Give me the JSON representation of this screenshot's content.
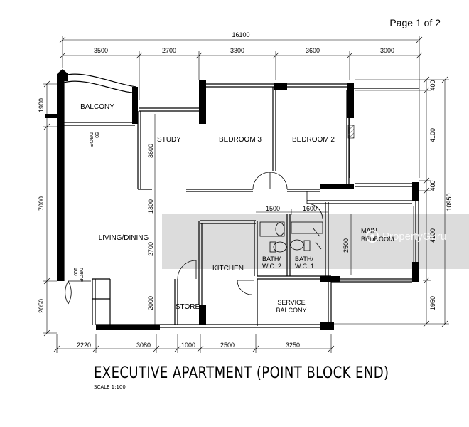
{
  "page_label": "Page 1 of 2",
  "title": "EXECUTIVE APARTMENT (POINT BLOCK END)",
  "scale": "SCALE 1:100",
  "watermark": "PropertyGuru",
  "rooms": {
    "balcony": "BALCONY",
    "study": "STUDY",
    "bedroom3": "BEDROOM 3",
    "bedroom2": "BEDROOM 2",
    "living": "LIVING/DINING",
    "kitchen": "KITCHEN",
    "bath2_a": "BATH/",
    "bath2_b": "W.C. 2",
    "bath1_a": "BATH/",
    "bath1_b": "W.C. 1",
    "store": "STORE",
    "service_a": "SERVICE",
    "service_b": "BALCONY",
    "main_a": "MAIN",
    "main_b": "BEDROOM",
    "drop_top": "50",
    "drop_top2": "DROP",
    "drop_left": "100",
    "drop_left2": "DROP"
  },
  "dims": {
    "total_top": "16100",
    "top": [
      "3500",
      "2700",
      "3300",
      "3600",
      "3000"
    ],
    "bottom": [
      "2220",
      "3080",
      "1000",
      "2500",
      "3250"
    ],
    "left": [
      "1900",
      "7000",
      "2050"
    ],
    "right_outer": "10950",
    "right_inner": [
      "400",
      "4100",
      "400",
      "4100",
      "1950"
    ],
    "inner": {
      "study_height": "3600",
      "corridor": "1300",
      "living_height": "2700",
      "store_height": "2000",
      "bath_w1": "1500",
      "bath_w2": "1600",
      "bath_h": "2500"
    }
  }
}
